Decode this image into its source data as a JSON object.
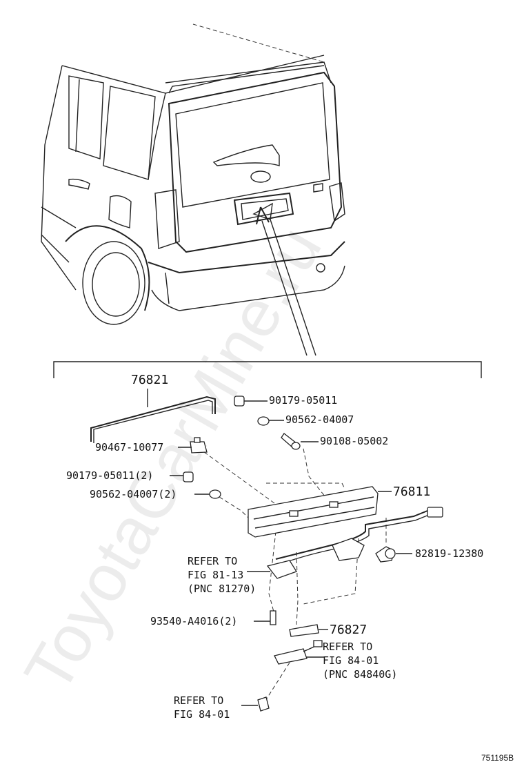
{
  "watermark": "ToyotaCarMine.ru",
  "diagram_code": "751195B",
  "parts": {
    "p76821": "76821",
    "p90179a": "90179-05011",
    "p90562a": "90562-04007",
    "p90108": "90108-05002",
    "p90467": "90467-10077",
    "p90179b": "90179-05011(2)",
    "p90562b": "90562-04007(2)",
    "p76811": "76811",
    "p82819": "82819-12380",
    "p93540": "93540-A4016(2)",
    "p76827": "76827"
  },
  "refs": {
    "r1_l1": "REFER TO",
    "r1_l2": "FIG 81-13",
    "r1_l3": "(PNC 81270)",
    "r2_l1": "REFER TO",
    "r2_l2": "FIG 84-01",
    "r2_l3": "(PNC 84840G)",
    "r3_l1": "REFER TO",
    "r3_l2": "FIG 84-01"
  }
}
